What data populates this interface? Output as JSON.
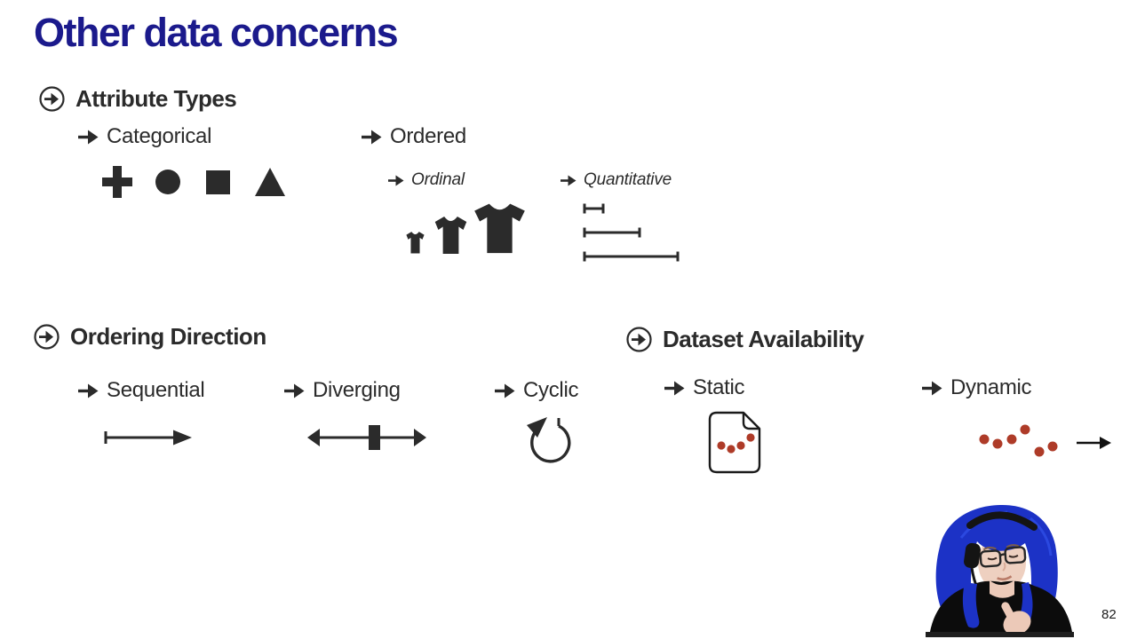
{
  "title": {
    "text": "Other data concerns"
  },
  "page_number": "82",
  "colors": {
    "title": "#1b1a8c",
    "ink": "#2b2b2b",
    "outline": "#1a1a1a",
    "dots": "#ae3b28",
    "hair": "#1c32c6"
  },
  "sections": {
    "attribute_types": {
      "label": "Attribute Types",
      "categorical": {
        "label": "Categorical",
        "icons": [
          "plus-mark-icon",
          "circle-mark-icon",
          "square-mark-icon",
          "triangle-mark-icon"
        ]
      },
      "ordered": {
        "label": "Ordered",
        "ordinal": {
          "label": "Ordinal",
          "icon": "tshirt-sizes-icon"
        },
        "quantitative": {
          "label": "Quantitative",
          "icon": "length-marks-icon"
        }
      }
    },
    "ordering_direction": {
      "label": "Ordering Direction",
      "sequential": {
        "label": "Sequential",
        "icon": "sequential-arrow-icon"
      },
      "diverging": {
        "label": "Diverging",
        "icon": "diverging-arrow-icon"
      },
      "cyclic": {
        "label": "Cyclic",
        "icon": "cyclic-arrow-icon"
      }
    },
    "dataset_availability": {
      "label": "Dataset Availability",
      "static": {
        "label": "Static",
        "icon": "document-with-dots-icon"
      },
      "dynamic": {
        "label": "Dynamic",
        "icon": "scatter-dots-with-arrow-icon"
      }
    }
  },
  "webcam": {
    "description": "presenter webcam: person with blue hair, glasses and headset, black shirt"
  }
}
